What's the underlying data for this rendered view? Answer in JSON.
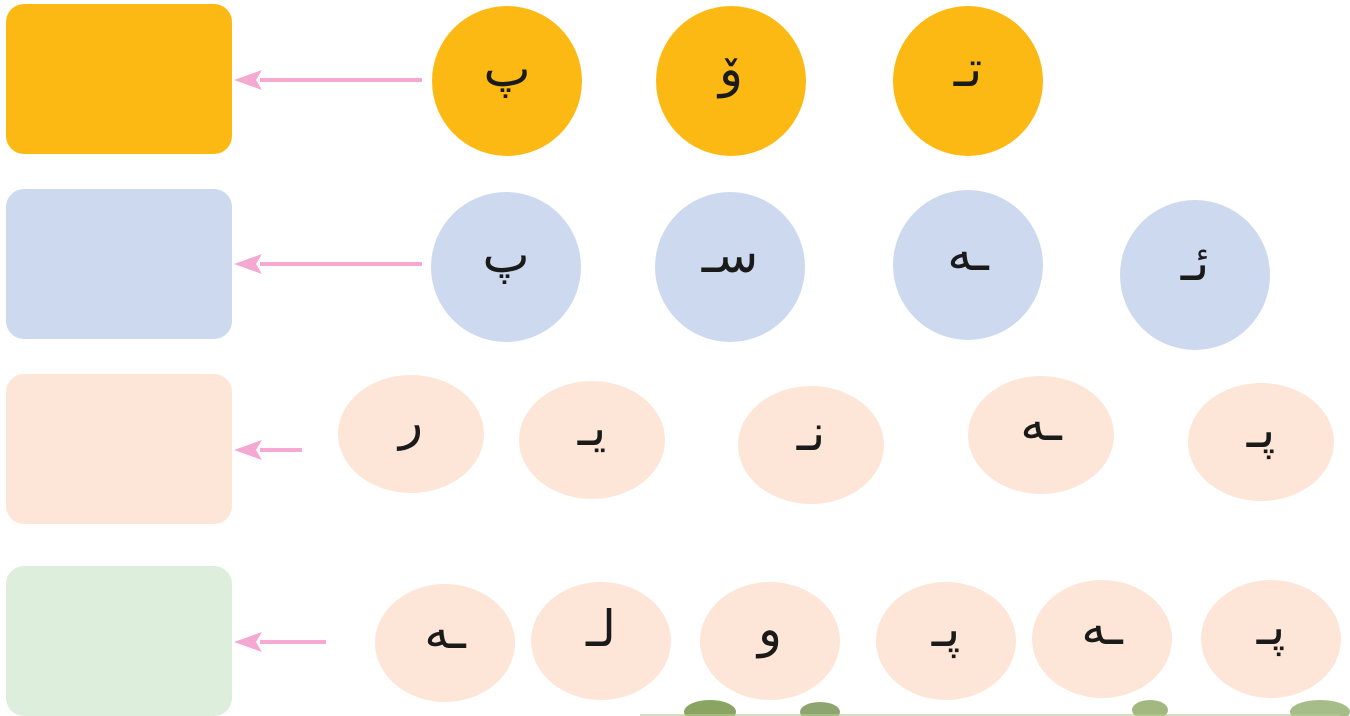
{
  "colors": {
    "row1": "#fdb913",
    "row2": "#cdd9ee",
    "row3_box": "#fde6d7",
    "row3_bubble": "#fde6d7",
    "row4_box": "#ddeedd",
    "row4_bubble": "#fde6d7",
    "arrow": "#f4a8d2"
  },
  "rows": [
    {
      "letters": [
        "پ",
        "ۆ",
        "تـ"
      ]
    },
    {
      "letters": [
        "پ",
        "سـ",
        "ـه",
        "ئـ"
      ]
    },
    {
      "letters": [
        "ر",
        "يـ",
        "نـ",
        "ـه",
        "پـ"
      ]
    },
    {
      "letters": [
        "ـه",
        "لـ",
        "و",
        "پـ",
        "ـه",
        "پـ"
      ]
    }
  ]
}
